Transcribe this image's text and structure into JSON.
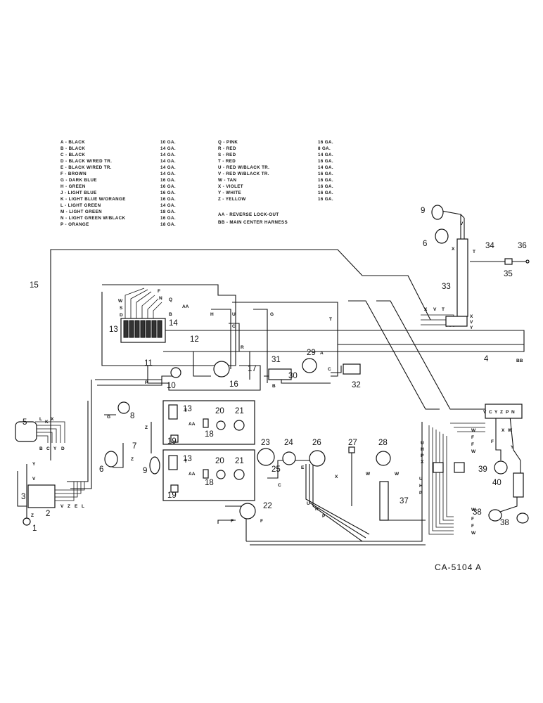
{
  "legend": {
    "col1": [
      {
        "code": "A - BLACK",
        "gauge": "10 GA."
      },
      {
        "code": "B - BLACK",
        "gauge": "14 GA."
      },
      {
        "code": "C - BLACK",
        "gauge": "14 GA."
      },
      {
        "code": "D - BLACK W/RED TR.",
        "gauge": "14 GA."
      },
      {
        "code": "E - BLACK W/RED TR.",
        "gauge": "14 GA."
      },
      {
        "code": "F - BROWN",
        "gauge": "14 GA."
      },
      {
        "code": "G - DARK BLUE",
        "gauge": "16 GA."
      },
      {
        "code": "H - GREEN",
        "gauge": "16 GA."
      },
      {
        "code": "J - LIGHT BLUE",
        "gauge": "16 GA."
      },
      {
        "code": "K - LIGHT BLUE W/ORANGE",
        "gauge": "16 GA."
      },
      {
        "code": "L - LIGHT GREEN",
        "gauge": "14 GA."
      },
      {
        "code": "M - LIGHT GREEN",
        "gauge": "18 GA."
      },
      {
        "code": "N - LIGHT GREEN W/BLACK",
        "gauge": "16 GA."
      },
      {
        "code": "P - ORANGE",
        "gauge": "18 GA."
      }
    ],
    "col2": [
      {
        "code": "Q - PINK",
        "gauge": "16 GA."
      },
      {
        "code": "R - RED",
        "gauge": "8 GA."
      },
      {
        "code": "S - RED",
        "gauge": "14 GA."
      },
      {
        "code": "T - RED",
        "gauge": "16 GA."
      },
      {
        "code": "U - RED W/BLACK TR.",
        "gauge": "14 GA."
      },
      {
        "code": "V - RED W/BLACK TR.",
        "gauge": "16 GA."
      },
      {
        "code": "W - TAN",
        "gauge": "16 GA."
      },
      {
        "code": "X - VIOLET",
        "gauge": "16 GA."
      },
      {
        "code": "Y - WHITE",
        "gauge": "16 GA."
      },
      {
        "code": "Z - YELLOW",
        "gauge": "16 GA."
      }
    ],
    "extra": [
      "AA - REVERSE LOCK-OUT",
      "BB - MAIN CENTER HARNESS"
    ]
  },
  "figure_id": "CA-5104 A",
  "callouts": {
    "n1": "1",
    "n2": "2",
    "n3": "3",
    "n4": "4",
    "n5": "5",
    "n6a": "6",
    "n6b": "6",
    "n7": "7",
    "n8": "8",
    "n9a": "9",
    "n9b": "9",
    "n10": "10",
    "n11": "11",
    "n12": "12",
    "n13a": "13",
    "n13b": "13",
    "n13c": "13",
    "n14": "14",
    "n15": "15",
    "n16": "16",
    "n17": "17",
    "n18a": "18",
    "n18b": "18",
    "n19a": "19",
    "n19b": "19",
    "n20a": "20",
    "n20b": "20",
    "n21a": "21",
    "n21b": "21",
    "n22": "22",
    "n23": "23",
    "n24": "24",
    "n25": "25",
    "n26": "26",
    "n27": "27",
    "n28": "28",
    "n29": "29",
    "n30": "30",
    "n31": "31",
    "n32": "32",
    "n33": "33",
    "n34": "34",
    "n35": "35",
    "n36": "36",
    "n37": "37",
    "n38a": "38",
    "n38b": "38",
    "n39": "39",
    "n40": "40"
  },
  "wire_codes": {
    "w1": "W",
    "w2": "S",
    "w3": "D",
    "w4": "F",
    "w5": "N",
    "w6": "Q",
    "w7": "AA",
    "w8": "B",
    "w9": "H",
    "w10": "U",
    "w11": "G",
    "w12": "T",
    "w13": "C",
    "w14": "R",
    "w15": "A",
    "w16": "C",
    "w17": "B",
    "w18": "P",
    "w19": "G",
    "w20": "Z",
    "w21": "L",
    "w22": "K",
    "w23": "X",
    "w24": "B",
    "w25": "C",
    "w26": "Y",
    "w27": "D",
    "w28": "Y",
    "w29": "V",
    "w30": "Z",
    "w31": "V",
    "w32": "Z",
    "w33": "E",
    "w34": "L",
    "w35": "Z",
    "w36": "T",
    "w37": "AA",
    "w38": "T",
    "w39": "AA",
    "w40": "C",
    "w41": "E",
    "w42": "U",
    "w43": "H",
    "w44": "P",
    "w45": "X",
    "w46": "W",
    "w47": "F",
    "w48": "F",
    "w49": "W",
    "w50": "V",
    "w51": "C",
    "w52": "Y",
    "w53": "Z",
    "w54": "P",
    "w55": "N",
    "w56": "X",
    "w57": "W",
    "w58": "F",
    "w59": "Y",
    "w60": "W",
    "w61": "F",
    "w62": "F",
    "w63": "W",
    "w64": "U",
    "w65": "H",
    "w66": "P",
    "w67": "X",
    "w68": "V",
    "w69": "X",
    "w70": "X",
    "w71": "V",
    "w72": "T",
    "w73": "X",
    "w74": "V",
    "w75": "Y",
    "w76": "T",
    "w77": "BB",
    "w78": "W",
    "w79": "W",
    "w80": "F",
    "w81": "F",
    "w82": "U",
    "w83": "H",
    "w84": "P"
  }
}
